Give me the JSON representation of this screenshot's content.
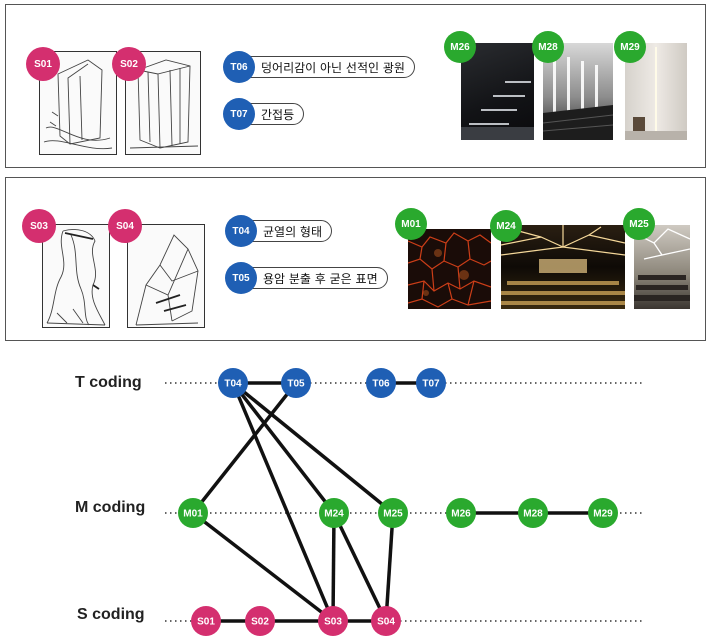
{
  "panel1": {
    "sketches": [
      {
        "id": "S01"
      },
      {
        "id": "S02"
      }
    ],
    "tags": [
      {
        "id": "T06",
        "text": "덩어리감이 아닌 선적인 광원"
      },
      {
        "id": "T07",
        "text": "간접등"
      }
    ],
    "images": [
      {
        "id": "M26"
      },
      {
        "id": "M28"
      },
      {
        "id": "M29"
      }
    ]
  },
  "panel2": {
    "sketches": [
      {
        "id": "S03"
      },
      {
        "id": "S04"
      }
    ],
    "tags": [
      {
        "id": "T04",
        "text": "균열의 형태"
      },
      {
        "id": "T05",
        "text": "용암 분출 후 굳은 표면"
      }
    ],
    "images": [
      {
        "id": "M01"
      },
      {
        "id": "M24"
      },
      {
        "id": "M25"
      }
    ]
  },
  "coding": {
    "rows": [
      {
        "label": "T coding",
        "nodes": [
          "T04",
          "T05",
          "T06",
          "T07"
        ]
      },
      {
        "label": "M coding",
        "nodes": [
          "M01",
          "M24",
          "M25",
          "M26",
          "M28",
          "M29"
        ]
      },
      {
        "label": "S coding",
        "nodes": [
          "S01",
          "S02",
          "S03",
          "S04"
        ]
      }
    ],
    "links": [
      [
        "T04",
        "T05"
      ],
      [
        "T06",
        "T07"
      ],
      [
        "M26",
        "M28"
      ],
      [
        "M28",
        "M29"
      ],
      [
        "S01",
        "S02"
      ],
      [
        "S02",
        "S03"
      ],
      [
        "S03",
        "S04"
      ],
      [
        "T04",
        "S03"
      ],
      [
        "T04",
        "M24"
      ],
      [
        "T04",
        "M25"
      ],
      [
        "T05",
        "M01"
      ],
      [
        "M01",
        "S03"
      ],
      [
        "M24",
        "S03"
      ],
      [
        "M24",
        "S04"
      ],
      [
        "M25",
        "S04"
      ]
    ],
    "colors": {
      "T": "#1f5fb4",
      "M": "#2aa92e",
      "S": "#d42f6f",
      "edge": "#111111",
      "dots": "#333333"
    }
  }
}
